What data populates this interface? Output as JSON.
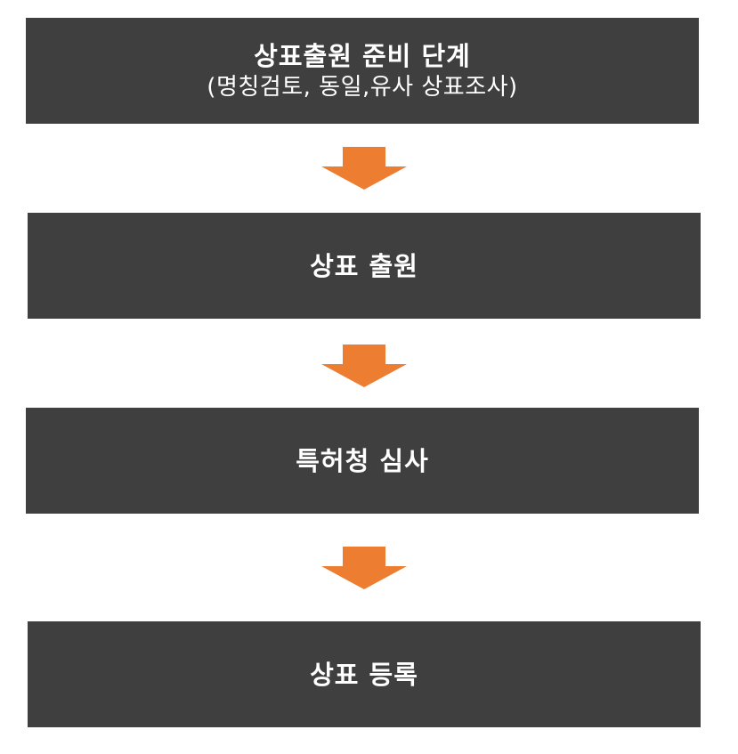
{
  "steps": [
    {
      "title": "상표출원 준비 단계",
      "subtitle": "(명칭검토, 동일,유사 상표조사)"
    },
    {
      "title": "상표 출원"
    },
    {
      "title": "특허청 심사"
    },
    {
      "title": "상표 등록"
    }
  ],
  "colors": {
    "box": "#3f3f3f",
    "text": "#ffffff",
    "arrow": "#ed7d31"
  }
}
